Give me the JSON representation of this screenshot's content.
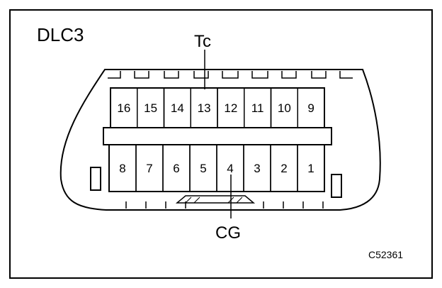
{
  "figure": {
    "title": "DLC3",
    "figure_code": "C52361",
    "top_callout": "Tc",
    "bottom_callout": "CG"
  },
  "connector": {
    "top_row": [
      "16",
      "15",
      "14",
      "13",
      "12",
      "11",
      "10",
      "9"
    ],
    "bottom_row": [
      "8",
      "7",
      "6",
      "5",
      "4",
      "3",
      "2",
      "1"
    ]
  }
}
